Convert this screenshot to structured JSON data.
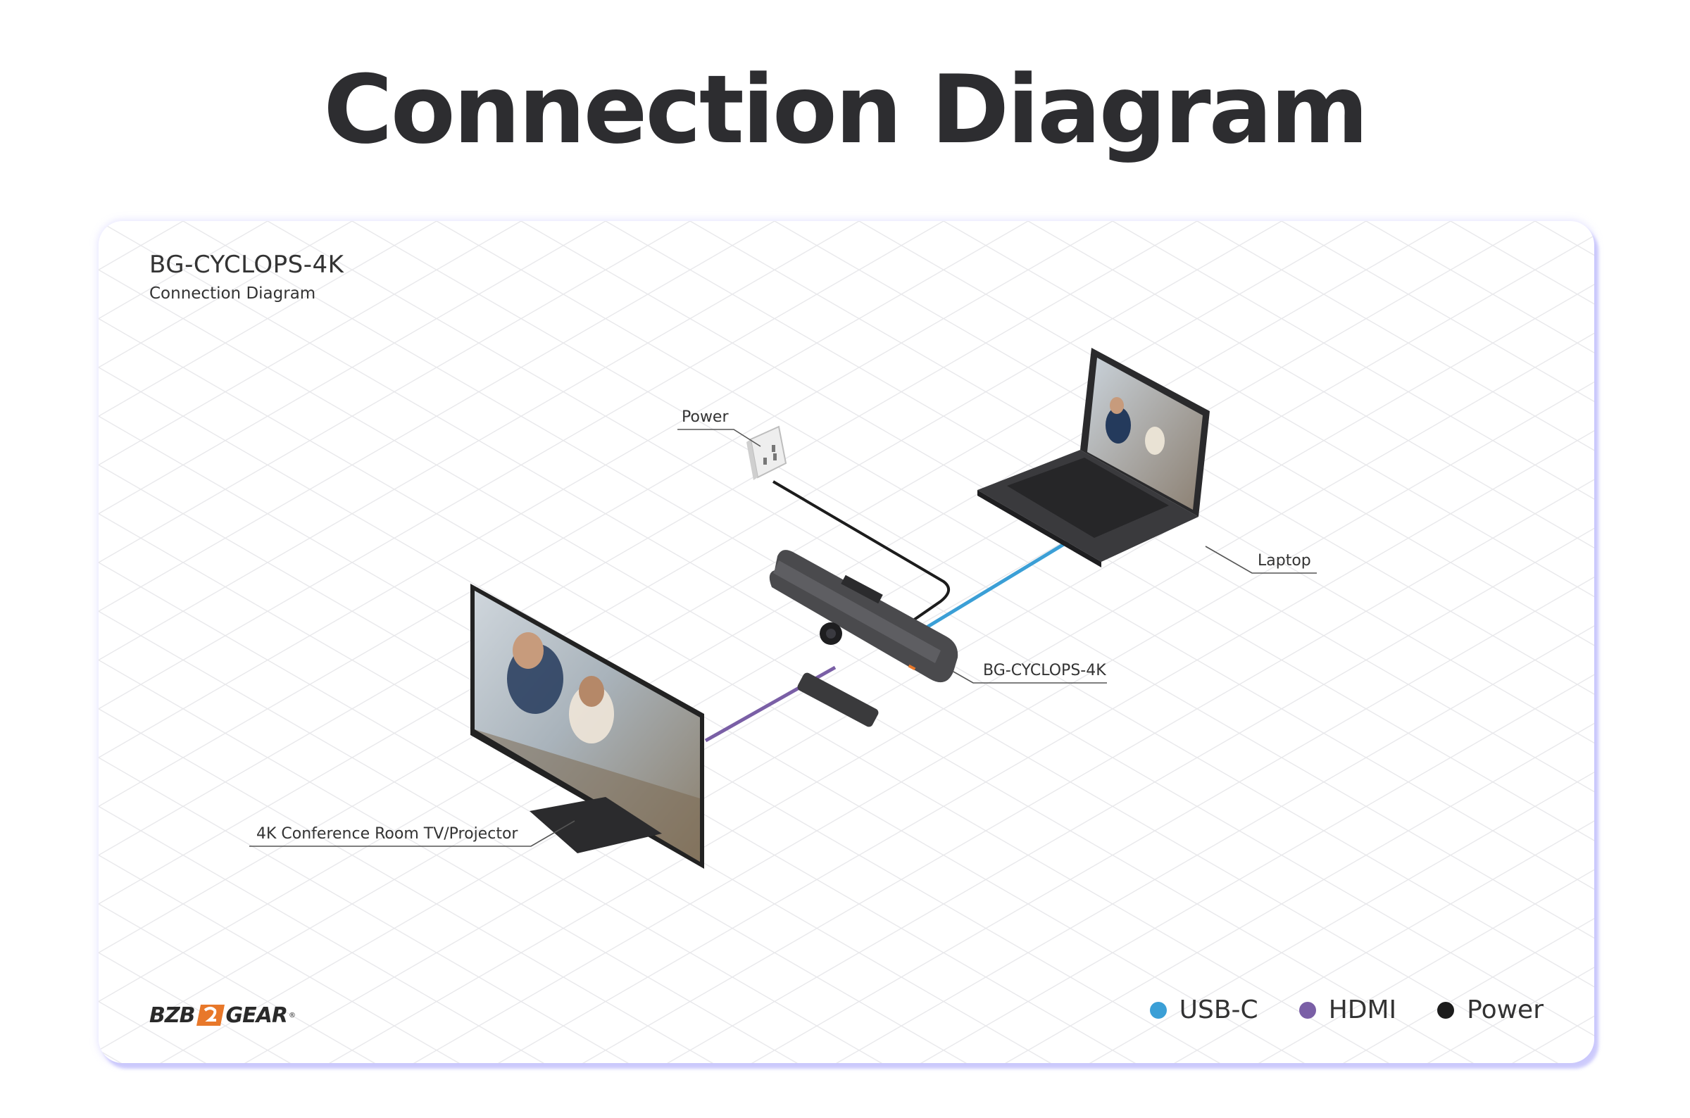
{
  "title": "Connection Diagram",
  "card": {
    "title": "BG-CYCLOPS-4K",
    "subtitle": "Connection Diagram"
  },
  "callouts": {
    "power": "Power",
    "laptop": "Laptop",
    "device": "BG-CYCLOPS-4K",
    "tv": "4K Conference Room TV/Projector"
  },
  "brand": {
    "left": "BZB",
    "right": "GEAR",
    "registered": "®"
  },
  "legend": [
    {
      "label": "USB-C",
      "color": "#3b9fd6"
    },
    {
      "label": "HDMI",
      "color": "#7a5fa6"
    },
    {
      "label": "Power",
      "color": "#1c1c1c"
    }
  ],
  "colors": {
    "usbc": "#3b9fd6",
    "hdmi": "#7a5fa6",
    "power": "#1c1c1c",
    "brand_accent": "#e8782a"
  }
}
